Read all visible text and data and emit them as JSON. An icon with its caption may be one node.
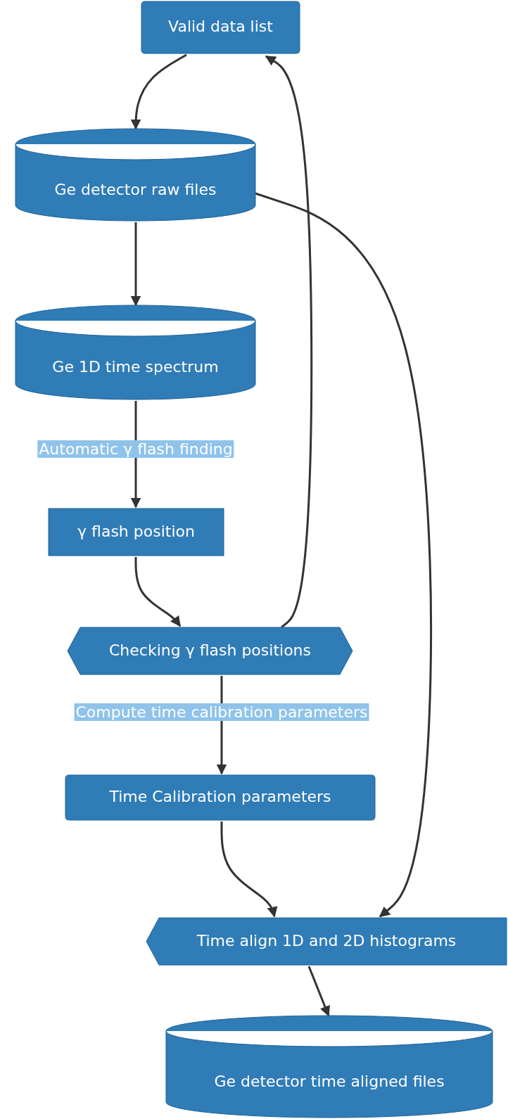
{
  "diagram": {
    "nodes": [
      {
        "text": [
          "Valid data list"
        ]
      },
      {
        "text": [
          "Ge detector raw files"
        ]
      },
      {
        "text": [
          "Ge 1D time spectrum"
        ]
      },
      {
        "text": [
          "γ flash position"
        ]
      },
      {
        "text": [
          "Checking γ flash positions"
        ]
      },
      {
        "text": [
          "Time Calibration parameters"
        ]
      },
      {
        "text": [
          "Time align 1D and 2D histograms"
        ]
      },
      {
        "text": [
          "Ge detector time aligned files"
        ]
      }
    ],
    "edges": [
      {
        "from": 0,
        "to": 1,
        "arrow": "to"
      },
      {
        "from": 1,
        "to": 2,
        "arrow": "to"
      },
      {
        "from": 2,
        "to": 3,
        "arrow": "to",
        "label": "Automatic γ flash finding"
      },
      {
        "from": 3,
        "to": 4,
        "arrow": "to"
      },
      {
        "from": 4,
        "to": 0,
        "arrow": "to"
      },
      {
        "from": 4,
        "to": 5,
        "arrow": "to",
        "label": "Compute time calibration parameters"
      },
      {
        "from": 5,
        "to": 6,
        "arrow": "to"
      },
      {
        "from": 1,
        "to": 6,
        "arrow": "to"
      },
      {
        "from": 6,
        "to": 7,
        "arrow": "to"
      }
    ]
  }
}
